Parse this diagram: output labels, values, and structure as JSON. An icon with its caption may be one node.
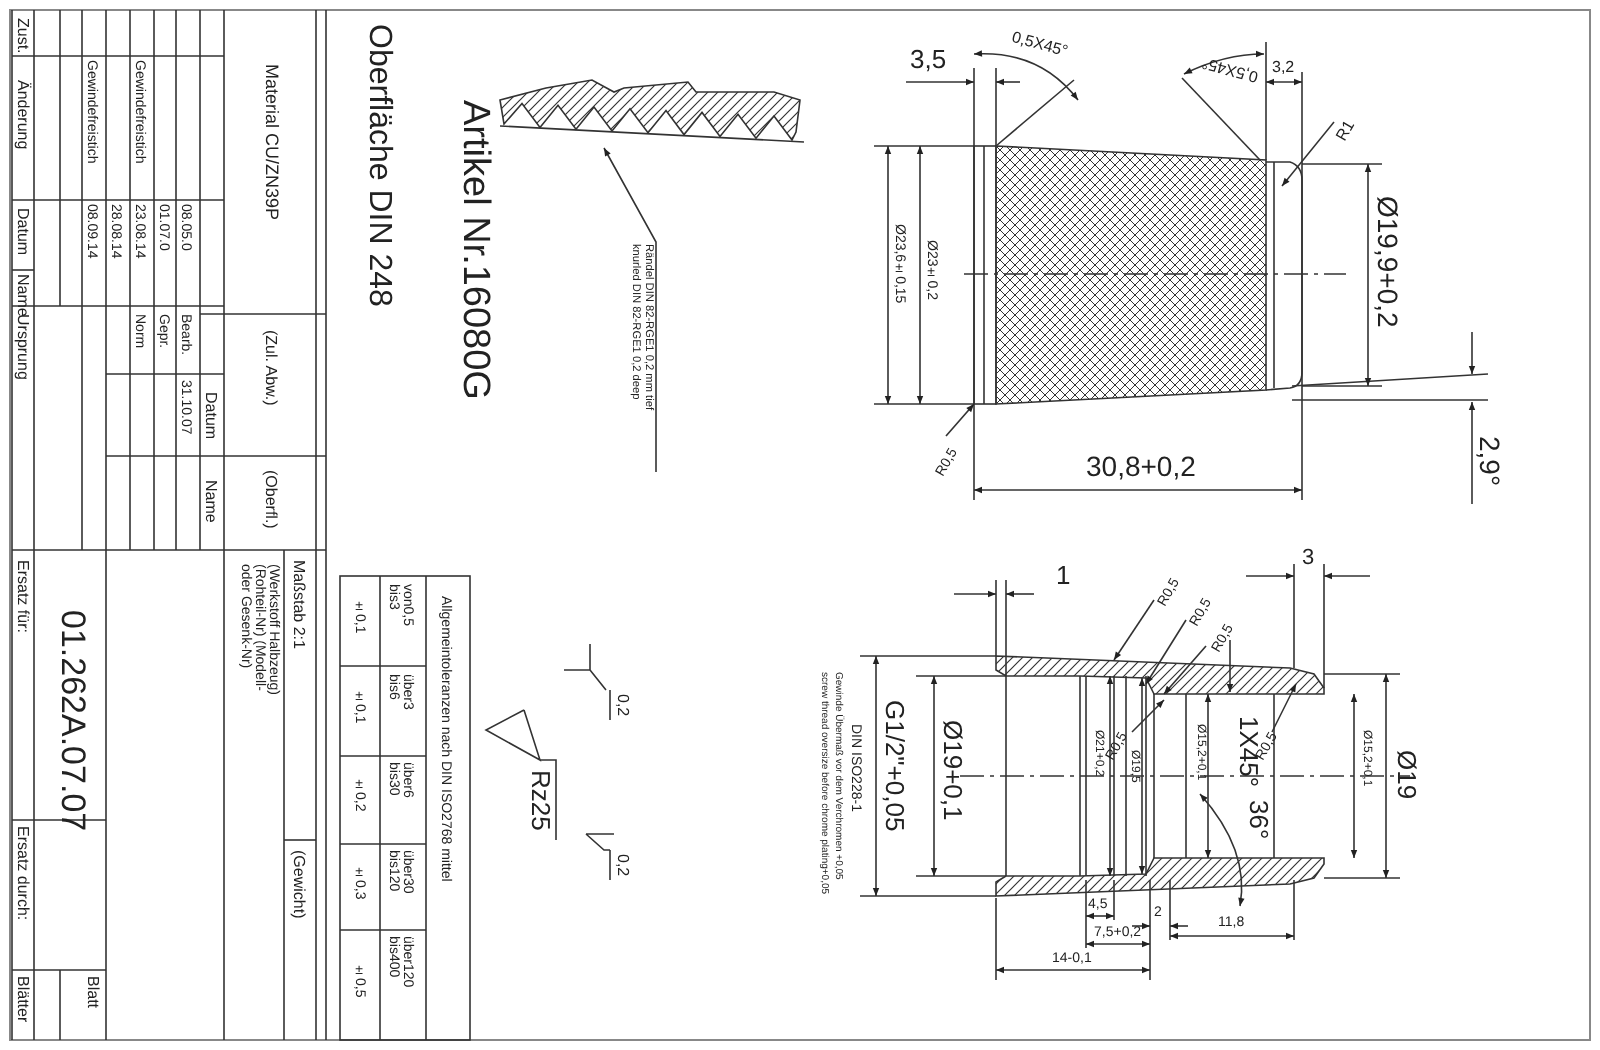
{
  "diagram": {
    "nodes": [
      {
        "text": [
          "Rändel DIN 82-RGE1 0,2 mm tief",
          "knurled DIN 82-RGE1 0,2 deep"
        ]
      },
      {
        "text": [],
        "shape": "picture"
      }
    ],
    "edges": [
      {
        "from": 0,
        "to": 1,
        "arrow": "to"
      }
    ],
    "labels": [
      "Zust.",
      "Änderung",
      "Datum",
      "Name",
      "Ursprung",
      "Gewindefreistich",
      "08.09.14",
      "28.08.14",
      "Gewindefreistich",
      "23.08.14",
      "01.07.0",
      "08.05.0",
      "Norm",
      "Gepr.",
      "Bearb.",
      "31.10.07",
      "Datum",
      "Name",
      "Material CU/ZN39P",
      "(Zul. Abw.)",
      "(Oberfl.)",
      "Maßstab 2:1",
      "(Werkstoff Halbzeug) (Rohteil-Nr) (Modell- oder Gesenk-Nr)",
      "(Gewicht)",
      "Ersatz für:",
      "01.262A.07.07",
      "Ersatz durch:",
      "Blatt",
      "Blätter",
      "Oberfläche DIN 248",
      "Artikel Nr.16080G",
      "Allgemeintoleranzen nach DIN ISO2768 mittel",
      "von0,5 bis3",
      "über3 bis6",
      "über6 bis30",
      "über30 bis120",
      "über120 bis400",
      "±0,1",
      "±0,1",
      "±0,2",
      "±0,3",
      "±0,5",
      "0,2",
      "Rz25",
      "0,2",
      "3,5",
      "0,5X45°",
      "0,5X45°",
      "3,2",
      "R1",
      "Ø23,6±0,15",
      "Ø23±0,2",
      "Ø19,9+0,2",
      "R0,5",
      "30,8+0,2",
      "2,9°",
      "1",
      "3",
      "R0,5",
      "R0,5",
      "R0,5",
      "R0,5",
      "R0,5",
      "screw thread oversize before chrome plating+0,05",
      "Gewinde Übermaß vor dem Verchromen +0,05",
      "DIN ISO228-1",
      "G1/2\"+0,05",
      "Ø19+0,1",
      "Ø21+0,2",
      "Ø19,5",
      "Ø15,2+0,1",
      "1X45°",
      "36°",
      "Ø15,2+0,1",
      "Ø19",
      "4,5",
      "2",
      "11,8",
      "7,5+0,2",
      "14-0,1"
    ]
  }
}
